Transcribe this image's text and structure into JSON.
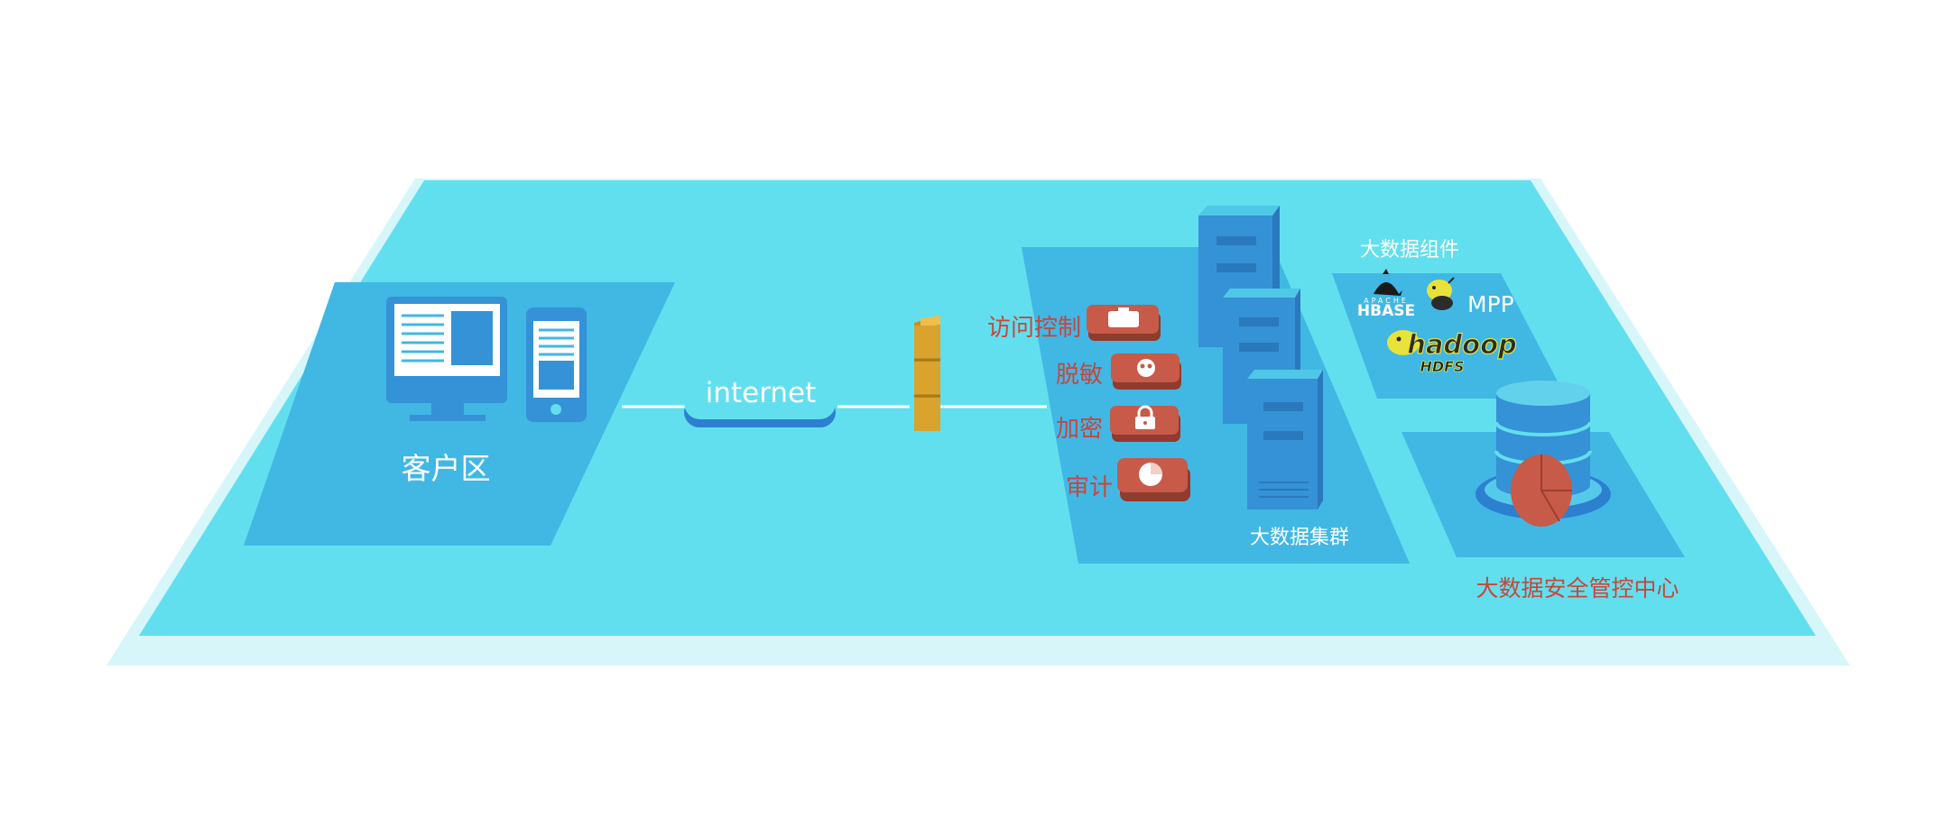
{
  "client_zone": {
    "label": "客户区"
  },
  "cloud": {
    "label": "internet"
  },
  "security_functions": [
    {
      "label": "访问控制",
      "icon": "key-card-icon"
    },
    {
      "label": "脱敏",
      "icon": "mask-icon"
    },
    {
      "label": "加密",
      "icon": "lock-icon"
    },
    {
      "label": "审计",
      "icon": "pie-chart-icon"
    }
  ],
  "cluster": {
    "label": "大数据集群"
  },
  "components": {
    "label": "大数据组件",
    "hbase": "HBASE",
    "hbase_top": "APACHE",
    "mpp": "MPP",
    "hadoop": "hadoop",
    "hdfs": "HDFS"
  },
  "control_center": {
    "label": "大数据安全管控中心"
  },
  "colors": {
    "platform": "#62dfee",
    "platform_edge": "#d6f6fa",
    "zone": "#41b7e4",
    "device": "#3592d6",
    "firewall": "#d9a32d",
    "badge": "#c75a48",
    "label_red": "#c8463a"
  }
}
